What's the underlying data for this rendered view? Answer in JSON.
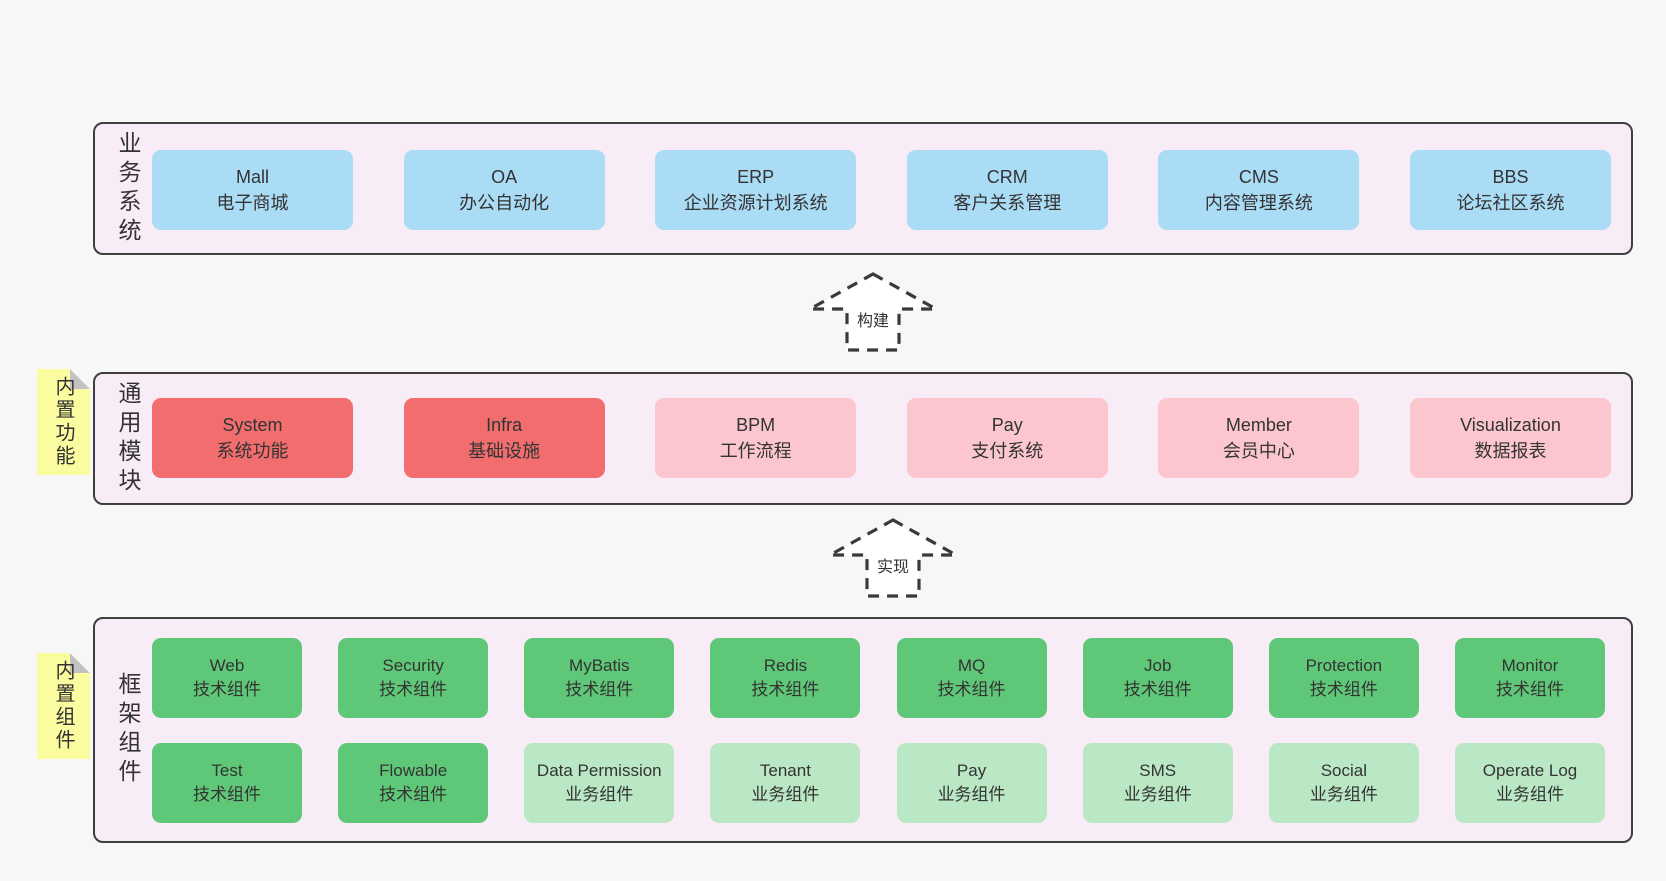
{
  "colors": {
    "page_bg": "#f7f7f7",
    "panel_bg": "#f8edf6",
    "panel_border": "#3f3f3f",
    "blue": "#abdcf6",
    "red": "#f26d6d",
    "pink": "#fbc6ce",
    "green_dark": "#5fc878",
    "green_light": "#bbe8c4",
    "note_yellow": "#fbfb9f",
    "text": "#333333"
  },
  "sections": {
    "business": {
      "label": "业务系统",
      "boxes": [
        {
          "title": "Mall",
          "subtitle": "电子商城"
        },
        {
          "title": "OA",
          "subtitle": "办公自动化"
        },
        {
          "title": "ERP",
          "subtitle": "企业资源计划系统"
        },
        {
          "title": "CRM",
          "subtitle": "客户关系管理"
        },
        {
          "title": "CMS",
          "subtitle": "内容管理系统"
        },
        {
          "title": "BBS",
          "subtitle": "论坛社区系统"
        }
      ]
    },
    "modules": {
      "label": "通用模块",
      "note": "内置功能",
      "boxes": [
        {
          "title": "System",
          "subtitle": "系统功能"
        },
        {
          "title": "Infra",
          "subtitle": "基础设施"
        },
        {
          "title": "BPM",
          "subtitle": "工作流程"
        },
        {
          "title": "Pay",
          "subtitle": "支付系统"
        },
        {
          "title": "Member",
          "subtitle": "会员中心"
        },
        {
          "title": "Visualization",
          "subtitle": "数据报表"
        }
      ]
    },
    "components": {
      "label": "框架组件",
      "note": "内置组件",
      "row1": [
        {
          "title": "Web",
          "subtitle": "技术组件"
        },
        {
          "title": "Security",
          "subtitle": "技术组件"
        },
        {
          "title": "MyBatis",
          "subtitle": "技术组件"
        },
        {
          "title": "Redis",
          "subtitle": "技术组件"
        },
        {
          "title": "MQ",
          "subtitle": "技术组件"
        },
        {
          "title": "Job",
          "subtitle": "技术组件"
        },
        {
          "title": "Protection",
          "subtitle": "技术组件"
        },
        {
          "title": "Monitor",
          "subtitle": "技术组件"
        }
      ],
      "row2": [
        {
          "title": "Test",
          "subtitle": "技术组件"
        },
        {
          "title": "Flowable",
          "subtitle": "技术组件"
        },
        {
          "title": "Data Permission",
          "subtitle": "业务组件"
        },
        {
          "title": "Tenant",
          "subtitle": "业务组件"
        },
        {
          "title": "Pay",
          "subtitle": "业务组件"
        },
        {
          "title": "SMS",
          "subtitle": "业务组件"
        },
        {
          "title": "Social",
          "subtitle": "业务组件"
        },
        {
          "title": "Operate Log",
          "subtitle": "业务组件"
        }
      ]
    }
  },
  "arrows": {
    "build": "构建",
    "implement": "实现"
  }
}
